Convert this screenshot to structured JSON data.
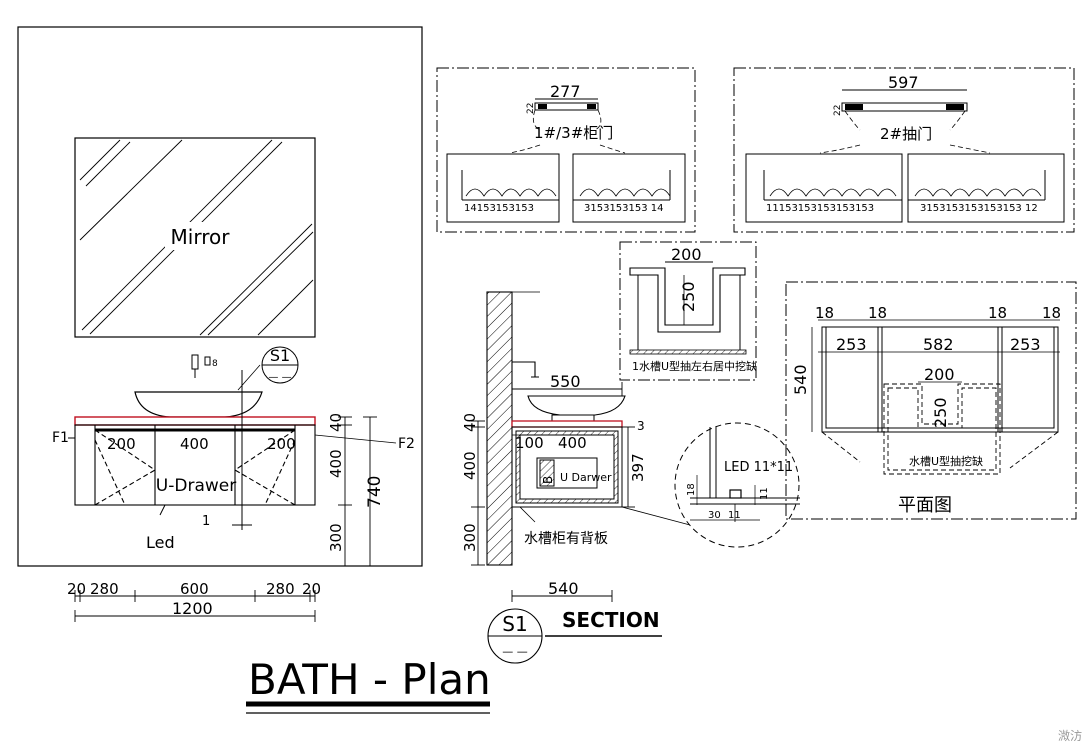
{
  "elevation": {
    "mirror_label": "Mirror",
    "drawer_label": "U-Drawer",
    "led_label": "Led",
    "f1": "F1",
    "f2": "F2",
    "section_ref": "S1",
    "section_ref_sub": "—  —",
    "part_mark": "1",
    "top_dims": [
      "200",
      "400",
      "200"
    ],
    "vert_dims": [
      "40",
      "400",
      "300"
    ],
    "total_height": "740",
    "bottom_dims": [
      "20",
      "280",
      "600",
      "280",
      "20"
    ],
    "total_width": "1200"
  },
  "section": {
    "width_dim": "550",
    "inner_dims": [
      "100",
      "400"
    ],
    "side_dims": [
      "40",
      "400",
      "300"
    ],
    "right_dims": [
      "3",
      "397"
    ],
    "drawer_label": "U Darwer",
    "b_mark": "B",
    "back_panel_note": "水槽柜有背板",
    "depth_dim": "540",
    "led_note": "LED 11*11",
    "led_dims": [
      "18",
      "30",
      "11",
      "11"
    ],
    "title": "SECTION",
    "ref": "S1",
    "ref_sub": "—  —"
  },
  "door_detail": {
    "left_width": "277",
    "left_label": "1#/3#柜门",
    "right_width": "597",
    "right_label": "2#抽门",
    "small_dim": "22",
    "left_panel_dims": "14153153153",
    "left_panel_dims_b": "3153153153 14",
    "right_panel_dims": "11153153153153153",
    "right_panel_dims_b": "3153153153153153 12"
  },
  "u_notch": {
    "width": "200",
    "height": "250",
    "note": "1水槽U型抽左右居中挖缺"
  },
  "plan": {
    "top_dims": [
      "18",
      "18",
      "18",
      "18"
    ],
    "widths": [
      "253",
      "582",
      "253"
    ],
    "depth": "540",
    "notch_width": "200",
    "notch_height": "250",
    "notch_note": "水槽U型抽挖缺",
    "title": "平面图"
  },
  "title": {
    "main": "BATH - Plan"
  },
  "watermark": "溦汸"
}
